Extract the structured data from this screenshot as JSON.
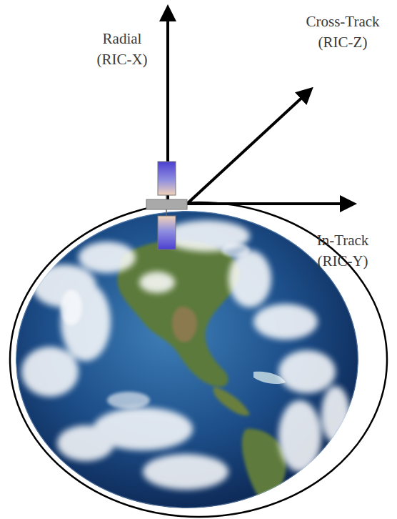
{
  "diagram": {
    "labels": [
      "Radial (RIC-X)",
      "Cross-Track (RIC-Z)",
      "In-Track (RIC-Y)"
    ]
  }
}
